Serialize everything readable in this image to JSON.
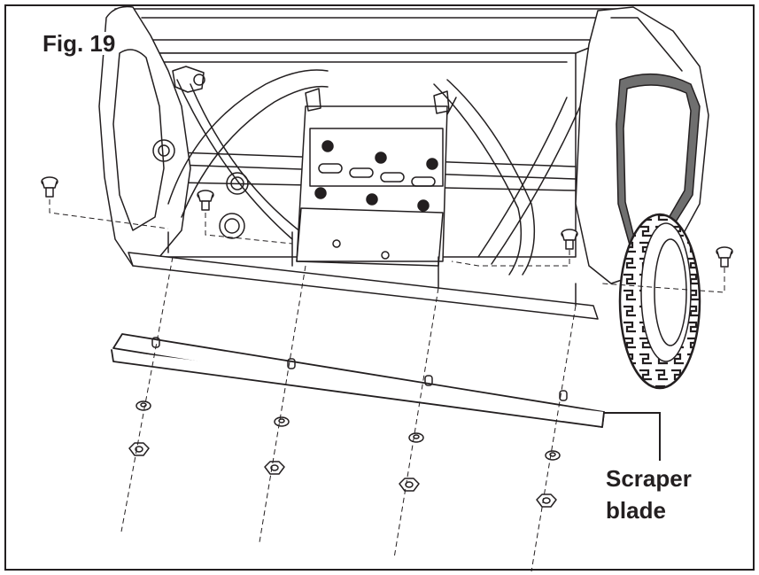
{
  "figure": {
    "label": "Fig. 19",
    "callout": {
      "line1": "Scraper",
      "line2": "blade"
    }
  },
  "colors": {
    "line": "#231f20",
    "panel": "#6f6f6f",
    "background": "#ffffff"
  },
  "parts": {
    "carriage_bolts": 4,
    "flat_washers": 4,
    "hex_nuts": 4,
    "blade_slots": 4
  }
}
